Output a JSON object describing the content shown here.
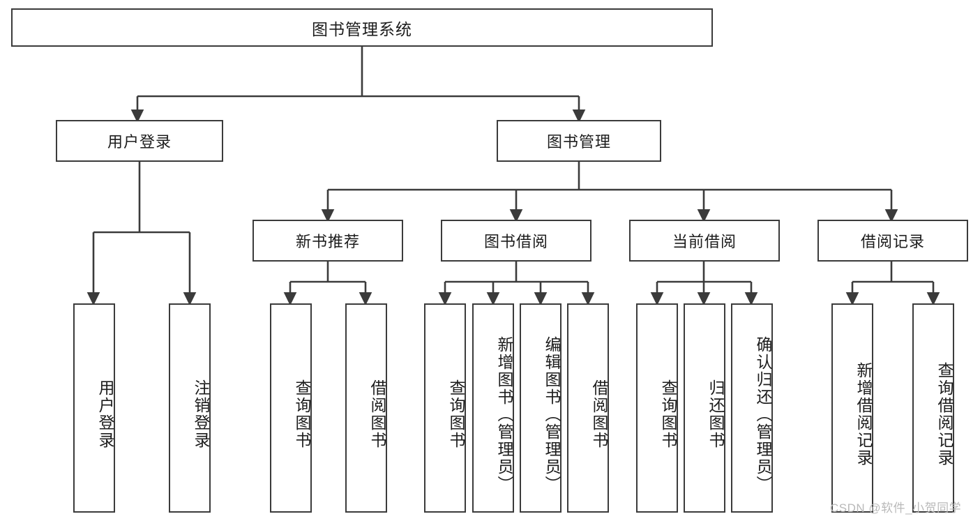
{
  "diagram": {
    "title": "图书管理系统",
    "type": "hierarchy-tree",
    "root": {
      "label": "图书管理系统"
    },
    "level2": [
      {
        "label": "用户登录"
      },
      {
        "label": "图书管理"
      }
    ],
    "level3": [
      {
        "label": "新书推荐"
      },
      {
        "label": "图书借阅"
      },
      {
        "label": "当前借阅"
      },
      {
        "label": "借阅记录"
      }
    ],
    "leaves": {
      "user_login": [
        {
          "label": "用户登录"
        },
        {
          "label": "注销登录"
        }
      ],
      "new_book_recommend": [
        {
          "label": "查询图书"
        },
        {
          "label": "借阅图书"
        }
      ],
      "book_borrow": [
        {
          "label": "查询图书"
        },
        {
          "label": "新增图书（管理员）"
        },
        {
          "label": "编辑图书（管理员）"
        },
        {
          "label": "借阅图书"
        }
      ],
      "current_borrow": [
        {
          "label": "查询图书"
        },
        {
          "label": "归还图书"
        },
        {
          "label": "确认归还（管理员）"
        }
      ],
      "borrow_record": [
        {
          "label": "新增借阅记录"
        },
        {
          "label": "查询借阅记录"
        }
      ]
    }
  },
  "watermark": {
    "text": "CSDN @软件_小贺同学"
  },
  "colors": {
    "stroke": "#3b3b3b",
    "background": "#ffffff",
    "text": "#1c1c1c",
    "watermark": "#b9b9b9"
  }
}
